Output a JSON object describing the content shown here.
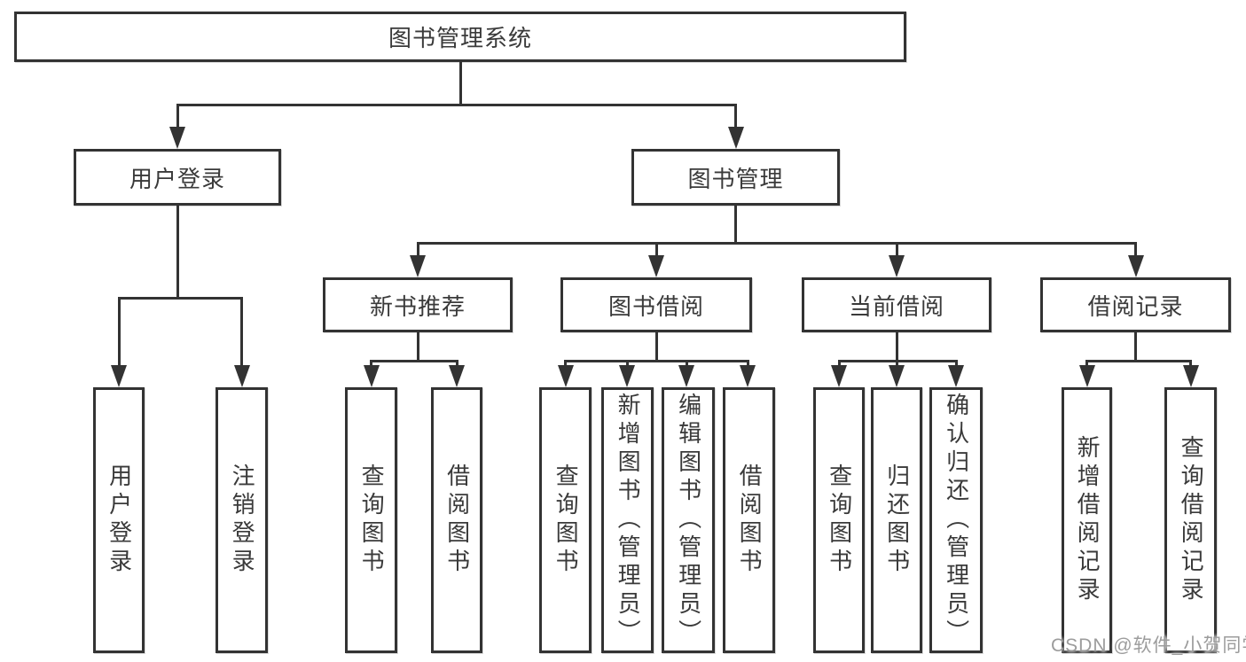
{
  "diagram_title": "图书管理系统",
  "nodes": {
    "root": "图书管理系统",
    "user_login": "用户登录",
    "book_mgmt": "图书管理",
    "new_book_rec": "新书推荐",
    "book_borrow": "图书借阅",
    "current_borrow": "当前借阅",
    "borrow_record": "借阅记录",
    "ul_user_login": "用户登录",
    "ul_logout": "注销登录",
    "nbr_query_book": "查询图书",
    "nbr_borrow_book": "借阅图书",
    "bb_query_book": "查询图书",
    "bb_add_book": "新增图书（管理员）",
    "bb_edit_book": "编辑图书（管理员）",
    "bb_borrow_book": "借阅图书",
    "cb_query_book": "查询图书",
    "cb_return_book": "归还图书",
    "cb_confirm_return": "确认归还（管理员）",
    "br_add_record": "新增借阅记录",
    "br_query_record": "查询借阅记录"
  },
  "structure": {
    "root": [
      "user_login",
      "book_mgmt"
    ],
    "user_login": [
      "ul_user_login",
      "ul_logout"
    ],
    "book_mgmt": [
      "new_book_rec",
      "book_borrow",
      "current_borrow",
      "borrow_record"
    ],
    "new_book_rec": [
      "nbr_query_book",
      "nbr_borrow_book"
    ],
    "book_borrow": [
      "bb_query_book",
      "bb_add_book",
      "bb_edit_book",
      "bb_borrow_book"
    ],
    "current_borrow": [
      "cb_query_book",
      "cb_return_book",
      "cb_confirm_return"
    ],
    "borrow_record": [
      "br_add_record",
      "br_query_record"
    ]
  },
  "colors": {
    "line": "#333333",
    "text": "#3a3a3a",
    "background": "#ffffff",
    "watermark": "#9c9c9c"
  },
  "watermark": {
    "text": "CSDN @软件_小贺同学"
  }
}
